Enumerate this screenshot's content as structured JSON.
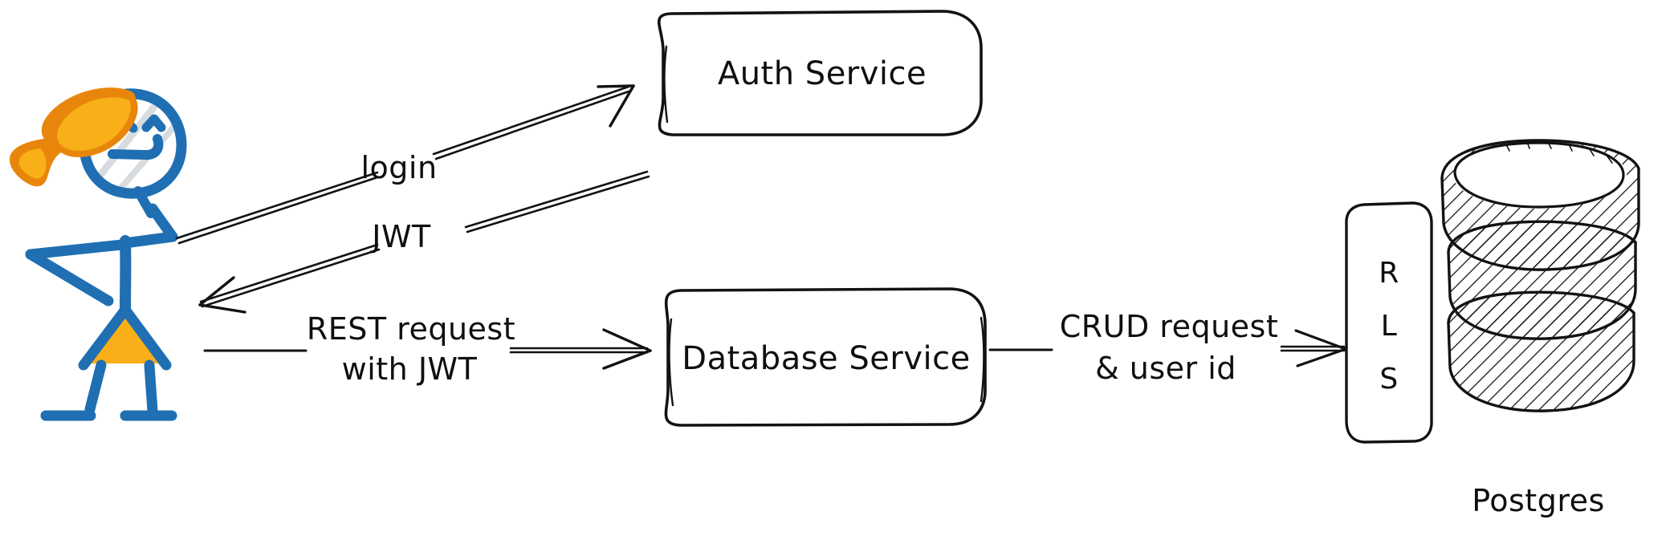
{
  "diagram": {
    "title": "Auth and database access flow",
    "background_color": "#ffffff",
    "ink_color": "#121212",
    "accent_blue": "#1F6FB2",
    "accent_orange_dark": "#E8860C",
    "accent_orange_light": "#F9AF17"
  },
  "actor": {
    "name": "user-stick-figure",
    "description": "stick figure person with orange hat and orange skirt"
  },
  "nodes": [
    {
      "id": "auth-service",
      "label": "Auth Service",
      "shape": "rounded-rectangle"
    },
    {
      "id": "database-service",
      "label": "Database Service",
      "shape": "rounded-rectangle"
    },
    {
      "id": "rls",
      "label": "RLS",
      "label_letters": [
        "R",
        "L",
        "S"
      ],
      "shape": "rounded-rectangle-vertical"
    },
    {
      "id": "postgres",
      "label": "Postgres",
      "shape": "cylinder"
    }
  ],
  "edges": [
    {
      "id": "login-edge",
      "label": "login",
      "from": "user",
      "to": "auth-service",
      "direction": "forward"
    },
    {
      "id": "jwt-edge",
      "label": "JWT",
      "from": "auth-service",
      "to": "user",
      "direction": "backward"
    },
    {
      "id": "rest-edge",
      "label_line1": "REST request",
      "label_line2": "with JWT",
      "from": "user",
      "to": "database-service",
      "direction": "forward"
    },
    {
      "id": "crud-edge",
      "label_line1": "CRUD request",
      "label_line2": "& user id",
      "from": "database-service",
      "to": "rls",
      "direction": "forward"
    }
  ],
  "labels": {
    "login": "login",
    "jwt": "JWT",
    "rest_request_line1": "REST request",
    "rest_request_line2": "with JWT",
    "crud_request_line1": "CRUD request",
    "crud_request_line2": "& user id",
    "auth_service": "Auth Service",
    "database_service": "Database Service",
    "rls_r": "R",
    "rls_l": "L",
    "rls_s": "S",
    "postgres": "Postgres"
  }
}
